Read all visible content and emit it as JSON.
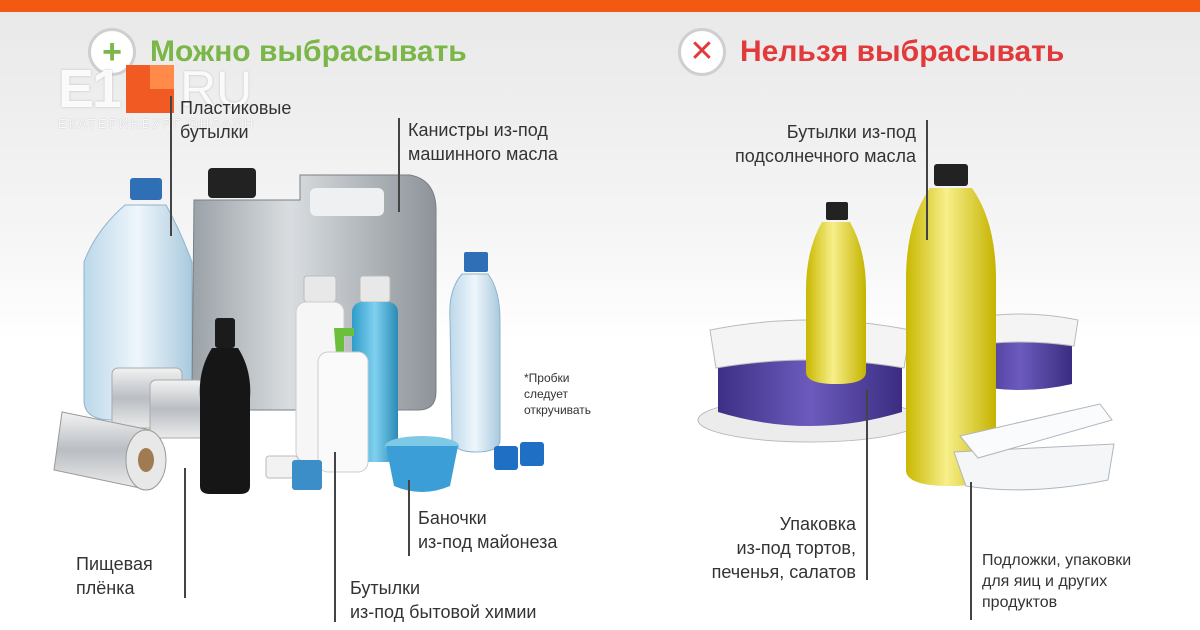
{
  "header": {
    "allowed_title": "Можно выбрасывать",
    "allowed_icon": "plus-icon",
    "forbidden_title": "Нельзя выбрасывать",
    "forbidden_icon": "cross-icon"
  },
  "logo": {
    "e1": "E1",
    "ru": "RU",
    "tagline": "ЕКАТЕРИНБУРГ ОНЛАЙН"
  },
  "allowed": {
    "plastic_bottles": "Пластиковые\nбутылки",
    "oil_canisters": "Канистры из-под\nмашинного масла",
    "caps_note": "*Пробки\nследует\nоткручивать",
    "mayo_jars": "Баночки\nиз-под майонеза",
    "food_film": "Пищевая\nплёнка",
    "chem_bottles": "Бутылки\nиз-под бытовой химии"
  },
  "forbidden": {
    "oil_bottles": "Бутылки из-под\nподсолнечного масла",
    "cake_packaging": "Упаковка\nиз-под тортов,\nпеченья, салатов",
    "trays": "Подложки, упаковки\nдля яиц и других\nпродуктов"
  },
  "colors": {
    "accent": "#f25a14",
    "good": "#7ab648",
    "bad": "#e23a3a"
  }
}
